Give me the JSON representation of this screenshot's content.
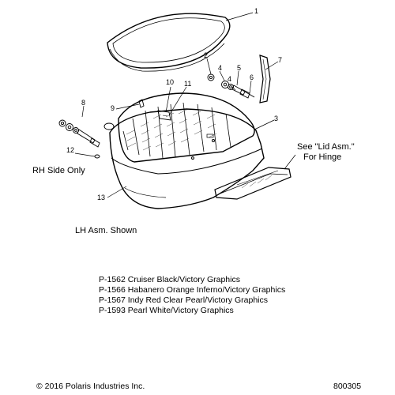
{
  "callouts": [
    {
      "id": "1",
      "label": "1"
    },
    {
      "id": "2",
      "label": "2"
    },
    {
      "id": "3",
      "label": "3"
    },
    {
      "id": "4a",
      "label": "4"
    },
    {
      "id": "4b",
      "label": "4"
    },
    {
      "id": "5",
      "label": "5"
    },
    {
      "id": "6",
      "label": "6"
    },
    {
      "id": "7",
      "label": "7"
    },
    {
      "id": "8",
      "label": "8"
    },
    {
      "id": "9",
      "label": "9"
    },
    {
      "id": "10",
      "label": "10"
    },
    {
      "id": "11",
      "label": "11"
    },
    {
      "id": "12",
      "label": "12"
    },
    {
      "id": "13",
      "label": "13"
    }
  ],
  "notes": {
    "see_lid": "See \"Lid Asm.\"",
    "for_hinge": "For Hinge",
    "rh_side_only": "RH Side Only",
    "lh_asm_shown": "LH Asm. Shown"
  },
  "part_numbers": [
    "P-1562 Cruiser Black/Victory Graphics",
    "P-1566 Habanero Orange Inferno/Victory Graphics",
    "P-1567 Indy Red Clear Pearl/Victory Graphics",
    "P-1593 Pearl White/Victory Graphics"
  ],
  "footer": {
    "copyright": "© 2016 Polaris Industries Inc.",
    "drawing_id": "800305"
  },
  "colors": {
    "line": "#000000",
    "background": "#ffffff",
    "hatch": "#444444"
  }
}
